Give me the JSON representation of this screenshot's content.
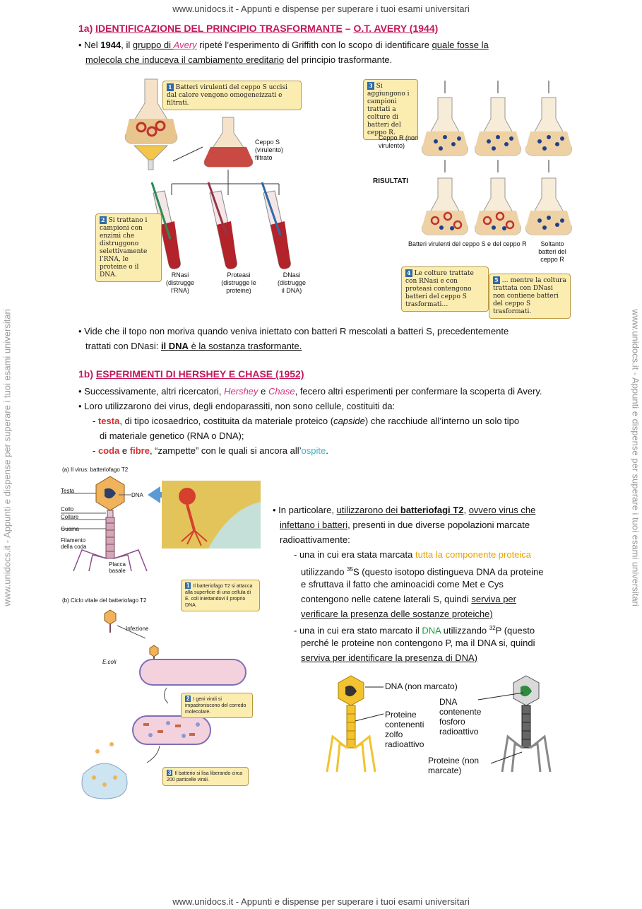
{
  "watermark": {
    "top": "www.unidocs.it - Appunti e dispense per superare i tuoi esami universitari",
    "bottom": "www.unidocs.it - Appunti e dispense per superare i tuoi esami universitari",
    "side": "www.unidocs.it - Appunti e dispense per superare i tuoi esami universitari"
  },
  "section_1a": {
    "title_prefix": "1a) ",
    "title_main": "IDENTIFICAZIONE DEL PRINCIPIO TRASFORMANTE",
    "title_dash": " – ",
    "title_tail": "O.T. AVERY (1944)",
    "b1": [
      "Nel ",
      "1944",
      ", il ",
      "gruppo di ",
      "Avery",
      " ripeté l’esperimento di Griffith con lo scopo di identificare ",
      "quale fosse la"
    ],
    "b1_line2": [
      "molecola che induceva il cambiamento ereditario",
      " del principio trasformante."
    ],
    "figure": {
      "box1": "Batteri virulenti del ceppo S uccisi dal calore vengono omogeneizzati e filtrati.",
      "box1_num": "1",
      "ceppo_s": "Ceppo S (virulento) filtrato",
      "box2": "Si trattano i campioni con enzimi che distruggono selettivamente l’RNA, le proteine o il DNA.",
      "box2_num": "2",
      "tubes": [
        "RNasi (distrugge l’RNA)",
        "Proteasi (distrugge le proteine)",
        "DNasi (distrugge il DNA)"
      ],
      "box3": "Si aggiungono i campioni trattati a colture di batteri del ceppo R.",
      "box3_num": "3",
      "ceppo_r": "Ceppo R (non virulento)",
      "risultati": "RISULTATI",
      "res_left": "Batteri virulenti del ceppo S e del ceppo R",
      "res_right": "Soltanto batteri del ceppo R",
      "box4": "Le colture trattate con RNasi e con proteasi contengono batteri del ceppo S trasformati…",
      "box4_num": "4",
      "box5": "… mentre la coltura trattata con DNasi non contiene batteri del ceppo S trasformati.",
      "box5_num": "5"
    },
    "b2_line1": "Vide che il topo non moriva quando veniva iniettato con batteri R mescolati a batteri S, precedentemente",
    "b2_line2": [
      "trattati con DNasi: ",
      "il ",
      "DNA",
      " è la sostanza trasformante."
    ]
  },
  "section_1b": {
    "title_prefix": "1b) ",
    "title_main": "ESPERIMENTI DI HERSHEY E CHASE (1952)",
    "b1": [
      "Successivamente, altri ricercatori, ",
      "Hershey",
      " e ",
      "Chase",
      ", fecero altri esperimenti per confermare la scoperta di Avery."
    ],
    "b2": [
      "Loro utilizzarono dei virus, degli endoparassiti, non sono cellule, costituiti da:"
    ],
    "d1": [
      "testa",
      ", di tipo icosaedrico, costituita da materiale proteico (",
      "capside",
      ") che racchiude all’interno un solo tipo"
    ],
    "d1_line2": "di materiale genetico (RNA o DNA);",
    "d2": [
      "coda",
      " e ",
      "fibre",
      ", “zampette” con le quali si ancora all’",
      "ospite",
      "."
    ],
    "fig_a_title": "(a) Il virus: batteriofago T2",
    "fig_a_labels": [
      "Testa",
      "DNA",
      "Collo",
      "Collare",
      "Guaina",
      "Filamento della coda",
      "Placca basale"
    ],
    "fig_b_title": "(b) Ciclo vitale del batteriofago T2",
    "box_b1": "Il batteriofago T2 si attacca alla superficie di una cellula di E. coli iniettandovi il proprio DNA.",
    "box_b1_num": "1",
    "box_b2": "I geni virali si impadroniscono del corredo molecolare.",
    "box_b2_num": "2",
    "box_b3": "Il batterio si lisa liberando circa 200 particelle virali.",
    "box_b3_num": "3",
    "infezione": "Infezione",
    "ecoli": "E.coli",
    "p_intro": [
      "In particolare, ",
      "utilizzarono dei ",
      "batteriofagi T2",
      ", ",
      "ovvero virus che"
    ],
    "p_intro2": [
      "infettano i batteri",
      ", presenti in due diverse popolazioni marcate"
    ],
    "p_intro3": "radioattivamente:",
    "s1_l1": [
      "una in cui era stata marcata ",
      "tutta la componente proteica"
    ],
    "s1_l2": [
      "utilizzando ",
      "35",
      "S (questo isotopo distingueva DNA da proteine"
    ],
    "s1_l3": "e sfruttava il fatto che aminoacidi come Met e Cys",
    "s1_l4": [
      "contengono nelle catene laterali S, quindi ",
      "serviva per"
    ],
    "s1_l5": "verificare la presenza delle sostanze proteiche)",
    "s2_l1": [
      "una in cui era stato marcato il ",
      "DNA",
      " utilizzando ",
      "32",
      "P (questo"
    ],
    "s2_l2": "perché le proteine non contengono P, ma il DNA si, quindi",
    "s2_l3": "serviva per identificare la presenza di DNA)",
    "phage_labels": [
      "DNA (non marcato)",
      "Proteine contenenti zolfo radioattivo",
      "DNA contenente fosforo radioattivo",
      "Proteine (non marcate)"
    ]
  }
}
